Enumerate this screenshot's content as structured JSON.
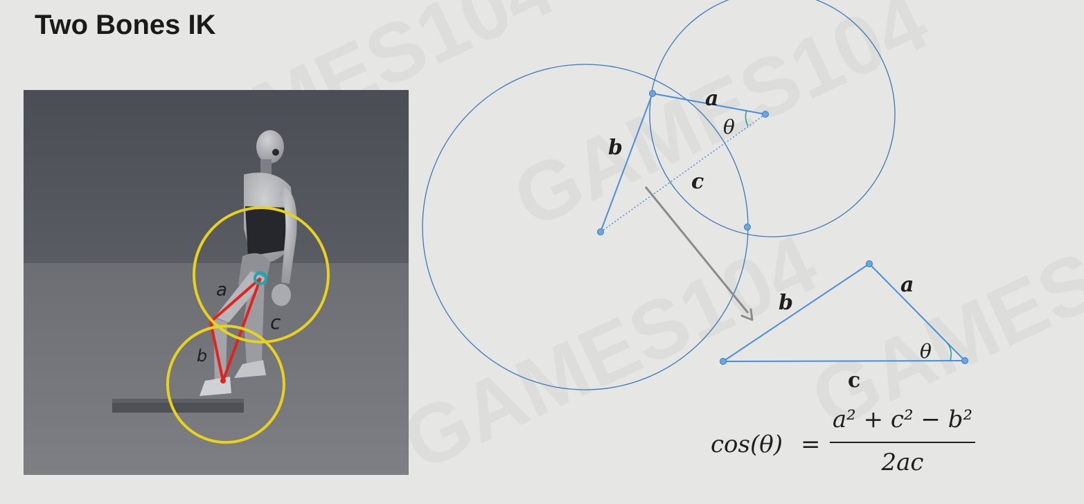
{
  "slide": {
    "title": "Two Bones IK",
    "watermark": "GAMES104"
  },
  "scene_labels": {
    "a": "a",
    "b": "b",
    "c": "c"
  },
  "circle_diagram": {
    "labels": {
      "a": "a",
      "b": "b",
      "c": "c",
      "theta": "θ"
    }
  },
  "triangle_diagram": {
    "labels": {
      "a": "a",
      "b": "b",
      "c": "c",
      "theta": "θ"
    }
  },
  "formula": {
    "lhs": "cos(θ)",
    "equals": "=",
    "numerator": "a² + c² − b²",
    "denominator": "2ac"
  },
  "colors": {
    "diagram_blue": "#4a8ed6",
    "circle_blue": "#3a78b8",
    "scene_red": "#e3221c",
    "scene_yellow": "#e8d21a"
  }
}
